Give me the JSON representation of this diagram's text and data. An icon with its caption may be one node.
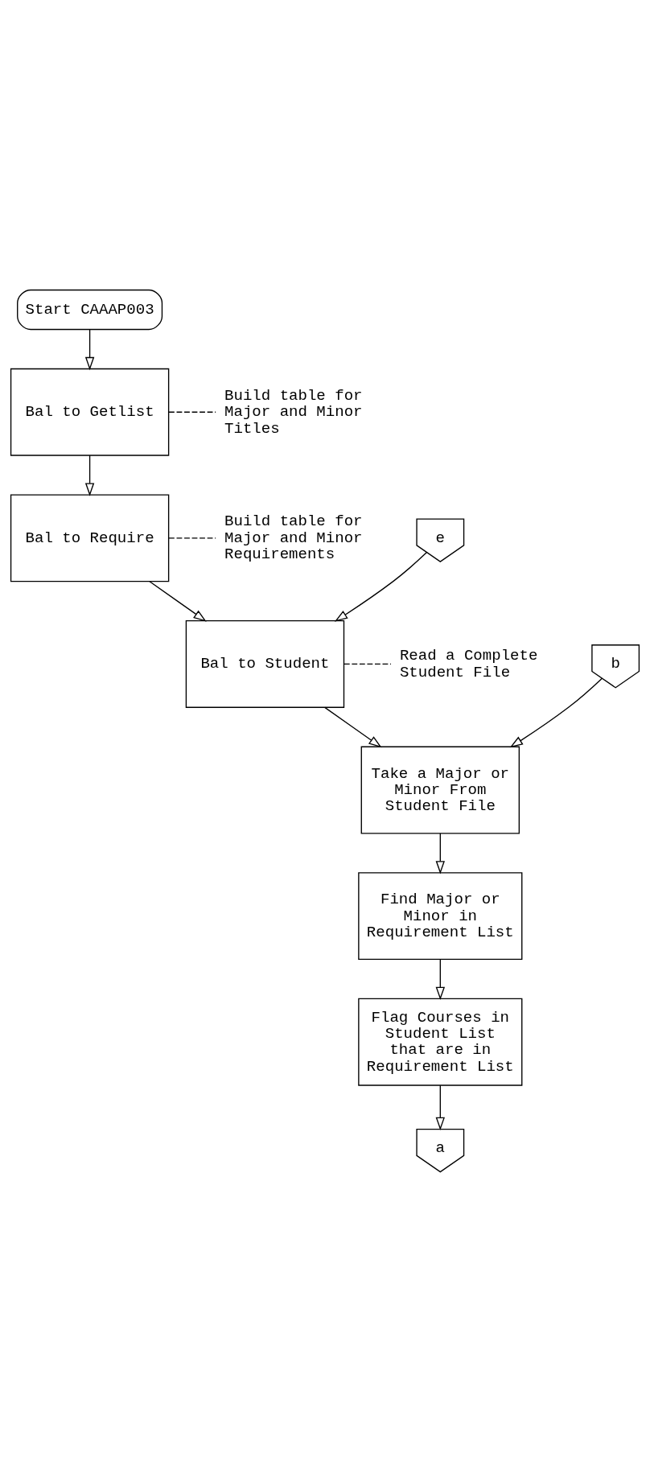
{
  "diagram": {
    "nodes": [
      {
        "text": [
          "Start CAAAP003"
        ]
      },
      {
        "text": [
          "Bal to Getlist"
        ]
      },
      {
        "text": [
          "Build table for Major and Minor Titles"
        ]
      },
      {
        "text": [
          "Bal to Require"
        ]
      },
      {
        "text": [
          "Build table for Major and Minor Requirements"
        ]
      },
      {
        "text": [
          "e"
        ]
      },
      {
        "text": [
          "Bal to Student"
        ]
      },
      {
        "text": [
          "Read a Complete Student File"
        ]
      },
      {
        "text": [
          "b"
        ]
      },
      {
        "text": [
          "Take a Major or Minor From Student File"
        ]
      },
      {
        "text": [
          "Find Major or Minor in Requirement List"
        ]
      },
      {
        "text": [
          "Flag Courses in Student List that are in Requirement List"
        ]
      },
      {
        "text": [
          "a"
        ]
      }
    ],
    "edges": [
      {
        "from": 0,
        "to": 1,
        "arrow": "to"
      },
      {
        "from": 1,
        "to": 2,
        "arrow": "none",
        "style": "dashed"
      },
      {
        "from": 1,
        "to": 3,
        "arrow": "to"
      },
      {
        "from": 3,
        "to": 4,
        "arrow": "none",
        "style": "dashed"
      },
      {
        "from": 3,
        "to": 6,
        "arrow": "to"
      },
      {
        "from": 5,
        "to": 6,
        "arrow": "to"
      },
      {
        "from": 6,
        "to": 7,
        "arrow": "none",
        "style": "dashed"
      },
      {
        "from": 6,
        "to": 9,
        "arrow": "to"
      },
      {
        "from": 8,
        "to": 9,
        "arrow": "to"
      },
      {
        "from": 9,
        "to": 10,
        "arrow": "to"
      },
      {
        "from": 10,
        "to": 11,
        "arrow": "to"
      },
      {
        "from": 11,
        "to": 12,
        "arrow": "to"
      }
    ]
  }
}
